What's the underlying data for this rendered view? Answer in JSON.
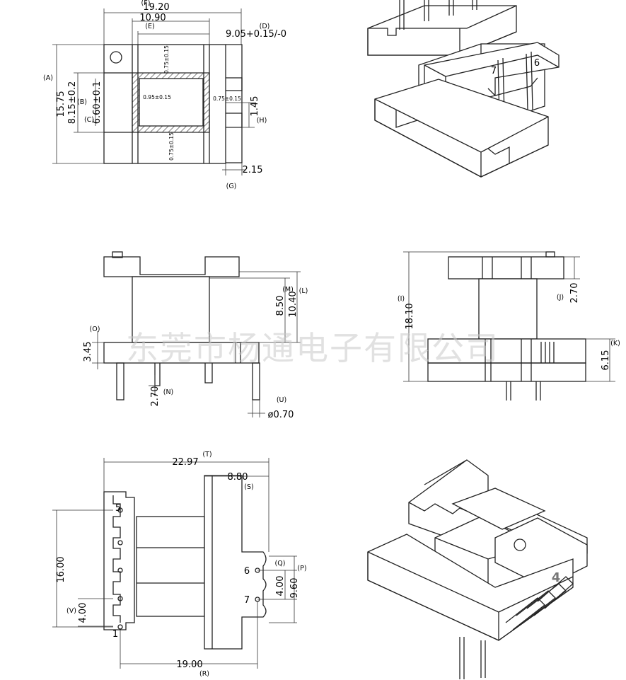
{
  "top_view": {
    "labels": {
      "A": "(A)",
      "B": "(B)",
      "C": "(C)",
      "D": "(D)",
      "E": "(E)",
      "F": "(F)",
      "G": "(G)",
      "H": "(H)"
    },
    "dims": {
      "overall_width": "19.20",
      "core_width": "10.90",
      "window_width": "9.05+0.15/-0",
      "overall_height": "15.75",
      "flange_height": "8.15±0.2",
      "window_height": "6.60±0.1",
      "slot_height": "1.45",
      "slot_depth": "2.15",
      "wall_top": "0.75±0.15",
      "wall_left": "0.95±0.15",
      "wall_right": "0.75±0.15",
      "wall_bottom": "0.75±0.15"
    }
  },
  "front_view": {
    "labels": {
      "L": "(L)",
      "M": "(M)",
      "N": "(N)",
      "O": "(O)",
      "U": "(U)"
    },
    "dims": {
      "bobbin_height": "10.40",
      "core_height": "8.50",
      "base_height": "3.45",
      "pin_length": "2.70",
      "pin_diameter": "ø0.70"
    }
  },
  "side_view": {
    "labels": {
      "I": "(I)",
      "J": "(J)",
      "K": "(K)"
    },
    "dims": {
      "total_height": "18.10",
      "top_flange": "2.70",
      "base_flange": "6.15"
    }
  },
  "bottom_view": {
    "labels": {
      "P": "(P)",
      "Q": "(Q)",
      "R": "(R)",
      "S": "(S)",
      "T": "(T)",
      "V": "(V)"
    },
    "dims": {
      "overall_length": "22.97",
      "right_flange": "8.80",
      "pin_row_span": "16.00",
      "pin_pitch_left": "4.00",
      "pin_pitch_right": "4.00",
      "right_span": "9.60",
      "row_distance": "19.00"
    },
    "pin_numbers": {
      "p5": "5",
      "p1": "1",
      "p6": "6",
      "p7": "7"
    }
  },
  "iso_top": {
    "pin_numbers": {
      "p7": "7",
      "p6": "6"
    }
  },
  "iso_bottom": {
    "mark": "4"
  },
  "watermark": "东莞市杨通电子有限公司"
}
